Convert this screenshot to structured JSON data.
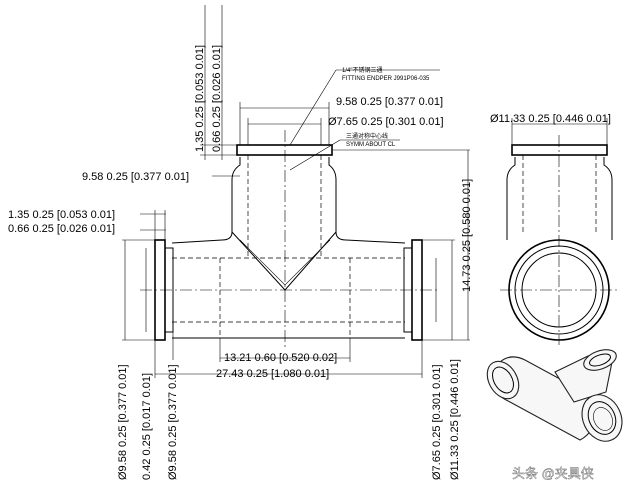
{
  "notes": {
    "part_name": "1/4\"不锈钢三通",
    "part_number": "FITTING ENDPER J991P06-035",
    "symm_cn": "三通对称中心线",
    "symm": "SYMM ABOUT CL"
  },
  "dims": {
    "top_v1": "1.35 0.25 [0.053 0.01]",
    "top_v2": "0.66 0.25 [0.026 0.01]",
    "top_h1": "9.58 0.25 [0.377 0.01]",
    "top_h2": "Ø7.65 0.25 [0.301 0.01]",
    "left_h": "9.58 0.25 [0.377 0.01]",
    "left_s1": "1.35 0.25 [0.053 0.01]",
    "left_s2": "0.66 0.25 [0.026 0.01]",
    "right_v": "14.73 0.25 [0.580 0.01]",
    "bottom_h1": "13.21 0.60 [0.520 0.02]",
    "bottom_h2": "27.43 0.25 [1.080 0.01]",
    "bv1": "Ø9.58 0.25 [0.377 0.01]",
    "bv2": "0.42 0.25 [0.017 0.01]",
    "bv3": "Ø9.58 0.25 [0.377 0.01]",
    "bv4": "Ø7.65 0.25 [0.301 0.01]",
    "bv5": "Ø11.33 0.25 [0.446 0.01]",
    "side_top": "Ø11.33 0.25 [0.446 0.01]"
  },
  "watermark": "头条 @夹具侠"
}
